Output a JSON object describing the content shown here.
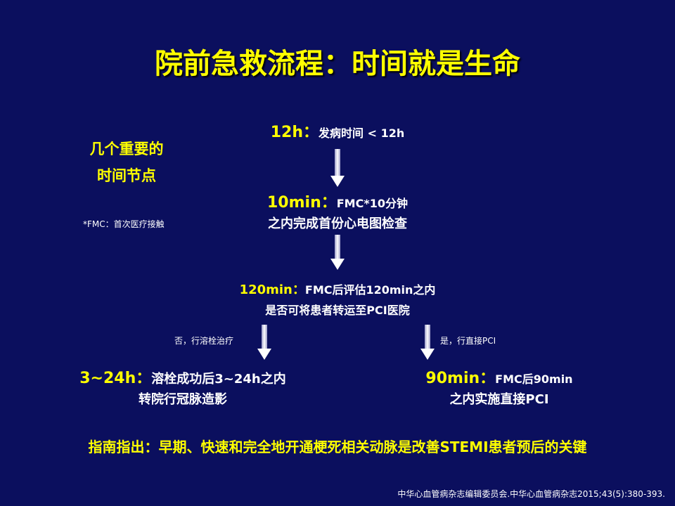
{
  "title": "院前急救流程：时间就是生命",
  "side_note": {
    "line1": "几个重要的",
    "line2": "时间节点"
  },
  "fmc_note": "*FMC：首次医疗接触",
  "nodes": {
    "n12h": {
      "time": "12h：",
      "desc": "发病时间 < 12h"
    },
    "n10min": {
      "time": "10min：",
      "desc": "FMC*10分钟",
      "line2": "之内完成首份心电图检查"
    },
    "n120min": {
      "time": "120min：",
      "desc": "FMC后评估120min之内",
      "line2": "是否可将患者转运至PCI医院"
    },
    "n3_24h": {
      "time": "3~24h：",
      "desc": "溶栓成功后3~24h之内",
      "line2": "转院行冠脉造影"
    },
    "n90min": {
      "time": "90min：",
      "desc": "FMC后90min",
      "line2": "之内实施直接PCI"
    }
  },
  "branch_labels": {
    "no": "否，行溶栓治疗",
    "yes": "是，行直接PCI"
  },
  "guideline": "指南指出：早期、快速和完全地开通梗死相关动脉是改善STEMI患者预后的关键",
  "citation": "中华心血管病杂志编辑委员会.中华心血管病杂志2015;43(5):380-393.",
  "colors": {
    "background": "#0b0f5e",
    "accent": "#ffff00",
    "text": "#ffffff",
    "arrow": "#ffffff"
  }
}
